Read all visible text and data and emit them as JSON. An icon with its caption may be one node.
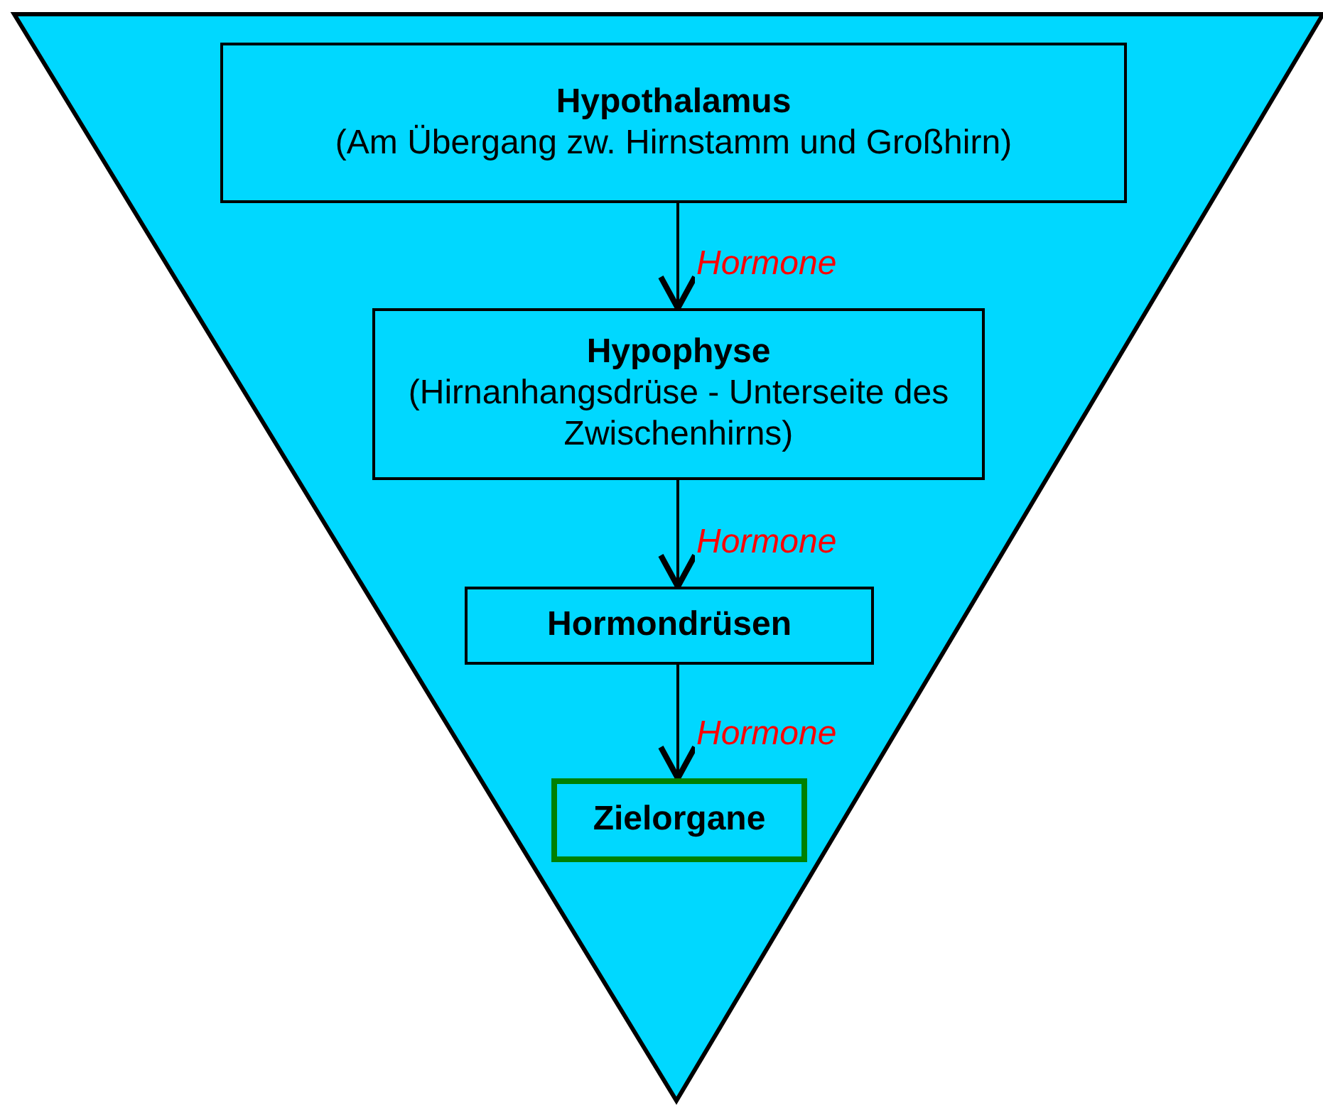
{
  "diagram": {
    "nodes": [
      {
        "text": [
          "Hypothalamus",
          "(Am Übergang zw. Hirnstamm und Großhirn)"
        ]
      },
      {
        "text": [
          "Hypophyse",
          "(Hirnanhangsdrüse - Unterseite des Zwischenhirns)"
        ]
      },
      {
        "text": [
          "Hormondrüsen"
        ]
      },
      {
        "text": [
          "Zielorgane"
        ]
      }
    ],
    "edges": [
      {
        "from": 0,
        "to": 1,
        "arrow": "to",
        "label": "Hormone"
      },
      {
        "from": 1,
        "to": 2,
        "arrow": "to",
        "label": "Hormone"
      },
      {
        "from": 2,
        "to": 3,
        "arrow": "to",
        "label": "Hormone"
      }
    ]
  }
}
